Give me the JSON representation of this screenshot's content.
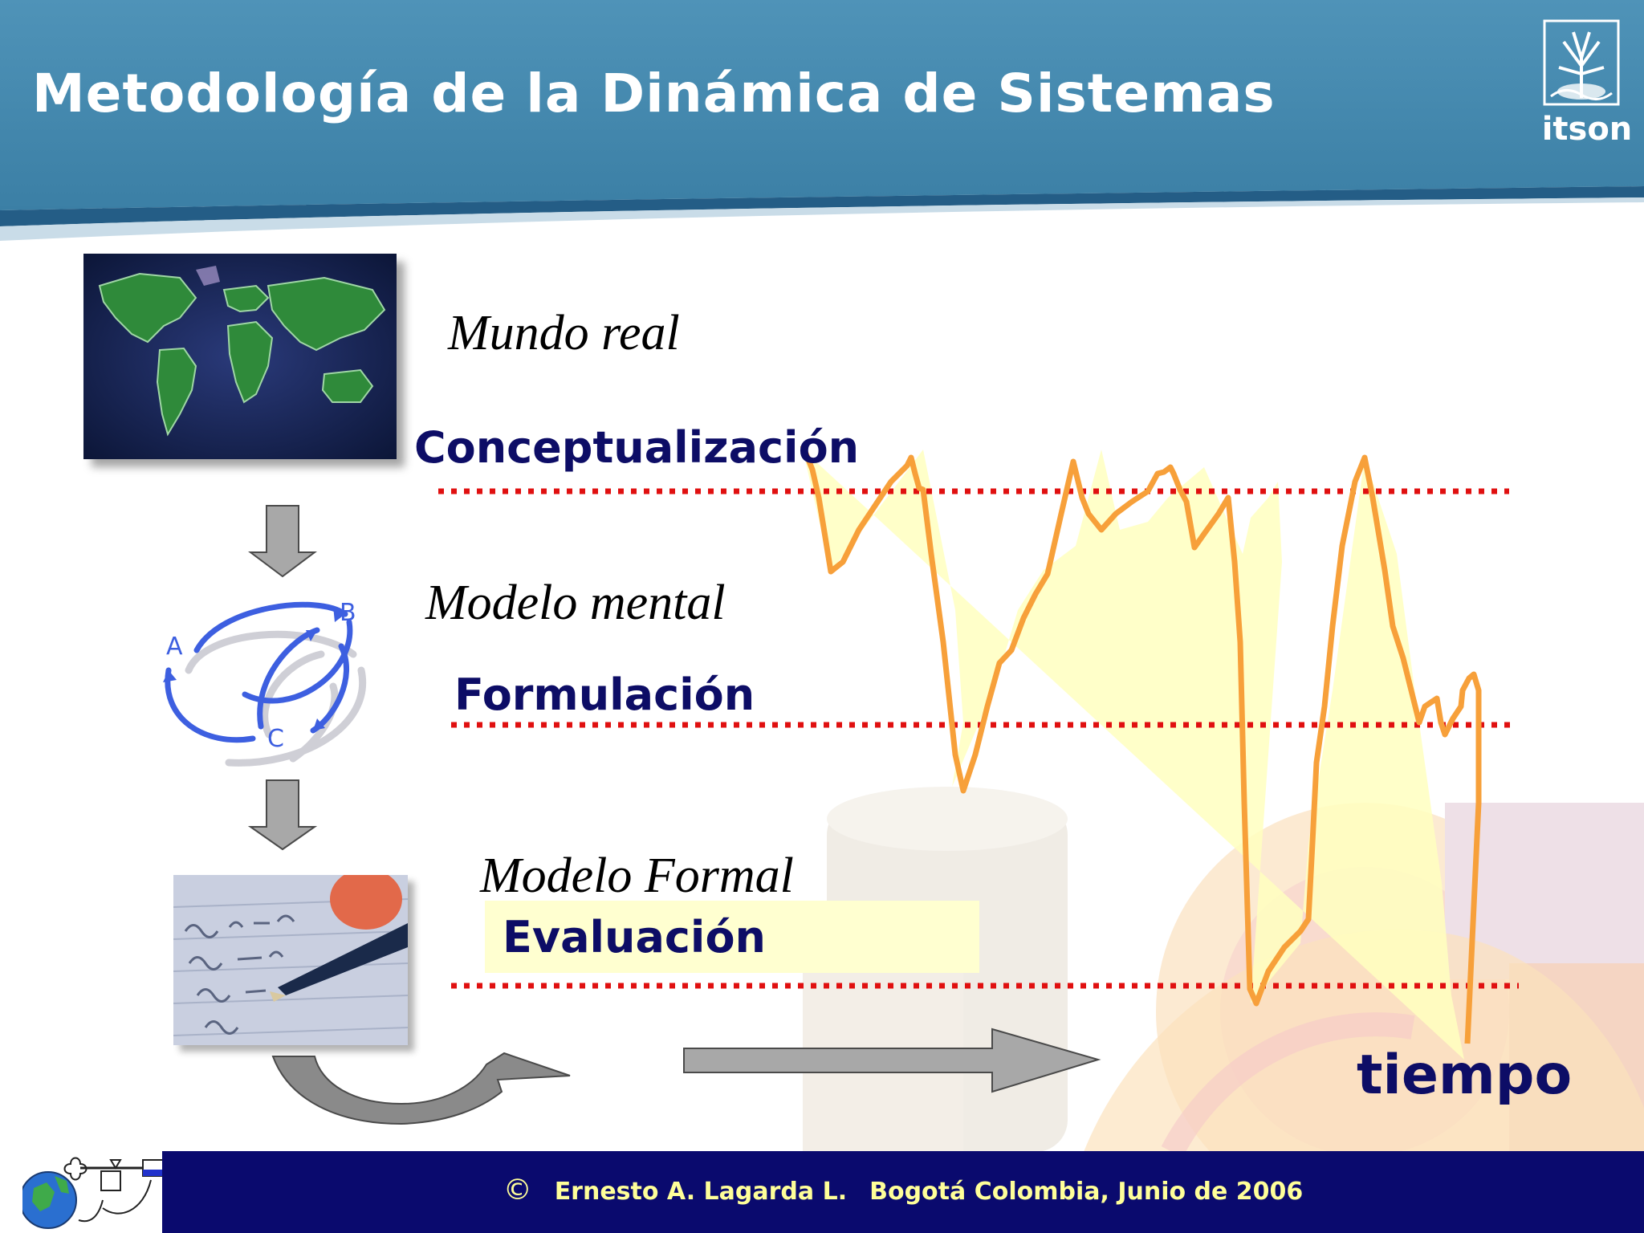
{
  "slide": {
    "title": "Metodología de la Dinámica de Sistemas",
    "logo_text": "itson"
  },
  "diagram": {
    "stages": [
      {
        "label": "Mundo real",
        "image": "world-map-image"
      },
      {
        "label": "Modelo mental",
        "image": "mental-model-image"
      },
      {
        "label": "Modelo Formal",
        "image": "math-notes-image"
      }
    ],
    "levels": [
      "Conceptualización",
      "Formulación",
      "Evaluación"
    ],
    "axis_label": "tiempo"
  },
  "mental_model_letters": [
    "A",
    "B",
    "C"
  ],
  "footer": {
    "copyright_symbol": "©",
    "author": "Ernesto A. Lagarda L.",
    "place_date": "Bogotá Colombia, Junio de 2006"
  },
  "colors": {
    "header_blue": "#3f86ab",
    "footer_navy": "#0a0a6e",
    "label_navy": "#0d0d66",
    "dotted_line_red": "#e01010",
    "curve_orange": "#f7a03a",
    "fill_yellow": "#ffffc0",
    "footer_text": "#ffff99"
  }
}
